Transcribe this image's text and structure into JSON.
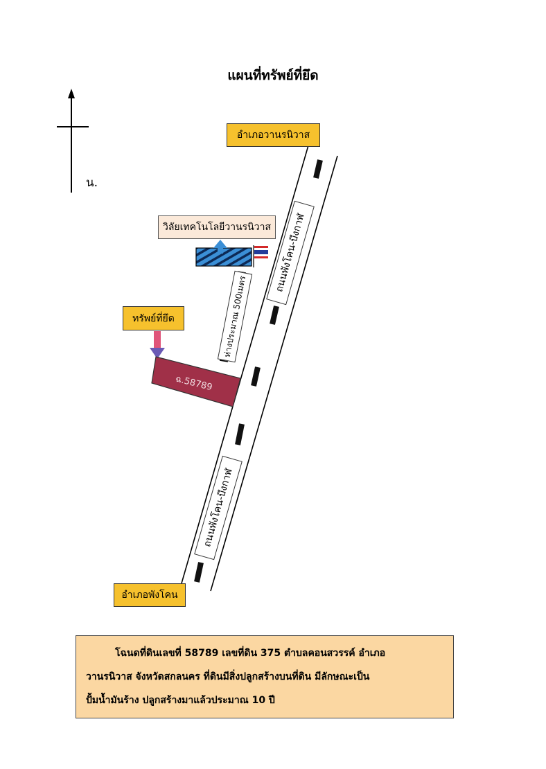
{
  "title": "แผนที่ทรัพย์ที่ยึด",
  "north_label": "น.",
  "places": {
    "district_north": "อำเภอวานรนิวาส",
    "district_south": "อำเภอพังโคน",
    "college": "วิลัยเทคโนโลยีวานรนิวาส",
    "asset_label": "ทรัพย์ที่ยึด",
    "parcel_label": "ฉ.58789",
    "distance_label": "ห่างประมาณ 500เมตร"
  },
  "road_name": "ถนนพังโคน-บึงกาฬ",
  "description": {
    "line1": "โฉนดที่ดินเลขที่ 58789 เลขที่ดิน 375 ตำบลคอนสวรรค์ อำเภอ",
    "line2": "วานรนิวาส จังหวัดสกลนคร  ที่ดินมีสิ่งปลูกสร้างบนที่ดิน มีลักษณะเป็น",
    "line3": "ปั้มน้ำมันร้าง ปลูกสร้างมาแล้วประมาณ 10 ปี"
  },
  "colors": {
    "district_fill": "#f6c12d",
    "college_fill": "#fbe9d9",
    "parcel_fill": "#a03048",
    "building_fill": "#3b8fd6",
    "description_fill": "#fbd7a2"
  }
}
